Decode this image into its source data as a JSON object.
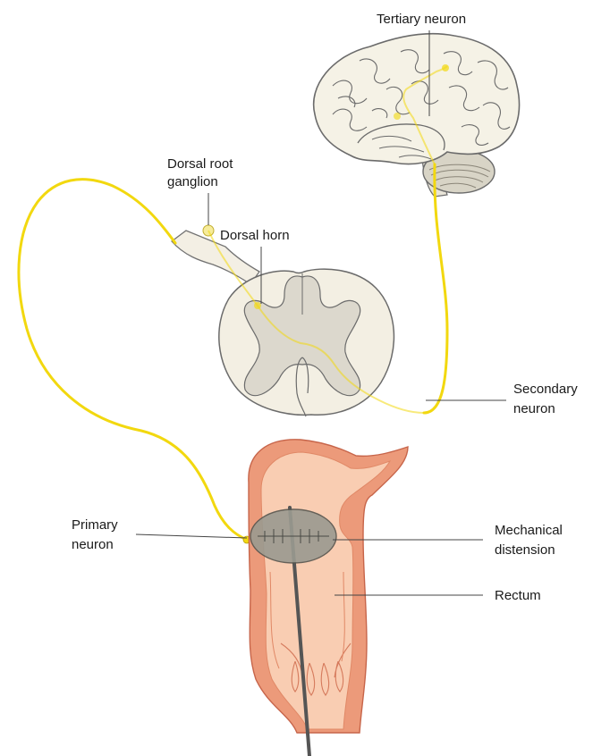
{
  "labels": {
    "tertiary_neuron": "Tertiary neuron",
    "dorsal_root_ganglion_line1": "Dorsal root",
    "dorsal_root_ganglion_line2": "ganglion",
    "dorsal_horn": "Dorsal horn",
    "secondary_neuron_line1": "Secondary",
    "secondary_neuron_line2": "neuron",
    "primary_neuron_line1": "Primary",
    "primary_neuron_line2": "neuron",
    "mechanical_distension_line1": "Mechanical",
    "mechanical_distension_line2": "distension",
    "rectum": "Rectum"
  },
  "colors": {
    "neuron_pathway": "#f2d80f",
    "neuron_outline": "#b8a00a",
    "brain_fill": "#f5f2e6",
    "brain_stroke": "#6b6b6b",
    "cerebellum_fill": "#d8d4c6",
    "spinal_cord_fill": "#f3efe3",
    "grey_matter_fill": "#dcd8cd",
    "rectum_wall": "#ec9a7a",
    "rectum_lumen": "#f9cdb2",
    "balloon_fill": "#9a9a90",
    "probe": "#555555",
    "leader_line": "#444444"
  }
}
